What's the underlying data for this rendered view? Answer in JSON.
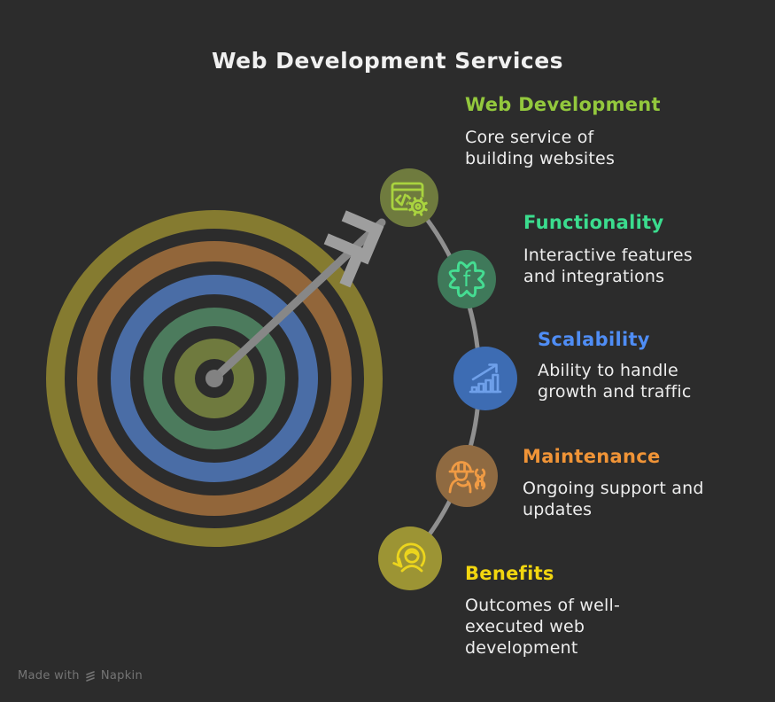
{
  "title": "Web Development Services",
  "watermark": {
    "prefix": "Made with",
    "brand": "Napkin"
  },
  "colors": {
    "background": "#2c2c2c",
    "title_text": "#f0f0f0",
    "description_text": "#ededed",
    "connector": "#909090",
    "arrow_shaft": "#878787",
    "arrow_feather": "#9e9e9e",
    "target_center_dot": "#828282",
    "watermark_text": "#757575"
  },
  "target": {
    "rings": [
      {
        "name": "outer-ring",
        "color": "#857b30"
      },
      {
        "name": "second-ring",
        "color": "#92663a"
      },
      {
        "name": "third-ring",
        "color": "#4a6da6"
      },
      {
        "name": "fourth-ring",
        "color": "#4c7b5d"
      },
      {
        "name": "bullseye",
        "color": "#6f7a3e"
      }
    ]
  },
  "items": [
    {
      "label": "Web Development",
      "description": "Core service of building websites",
      "label_color": "#93c83d",
      "circle_color": "#6f7b3e",
      "icon_color": "#a9d33f",
      "icon": "browser-code-gear-icon"
    },
    {
      "label": "Functionality",
      "description": "Interactive features and integrations",
      "label_color": "#3bdc8e",
      "circle_color": "#3f795a",
      "icon_color": "#45dd92",
      "icon": "scalloped-gear-f-icon"
    },
    {
      "label": "Scalability",
      "description": "Ability to handle growth and traffic",
      "label_color": "#4f8df5",
      "circle_color": "#3d6cb3",
      "icon_color": "#6fa0ea",
      "icon": "growth-chart-arrow-icon"
    },
    {
      "label": "Maintenance",
      "description": "Ongoing support and updates",
      "label_color": "#f09437",
      "circle_color": "#8f6a41",
      "icon_color": "#f09b44",
      "icon": "worker-wrench-icon"
    },
    {
      "label": "Benefits",
      "description": "Outcomes of well-executed web development",
      "label_color": "#f2d60f",
      "circle_color": "#9c9434",
      "icon_color": "#ecd51d",
      "icon": "user-refresh-icon"
    }
  ]
}
